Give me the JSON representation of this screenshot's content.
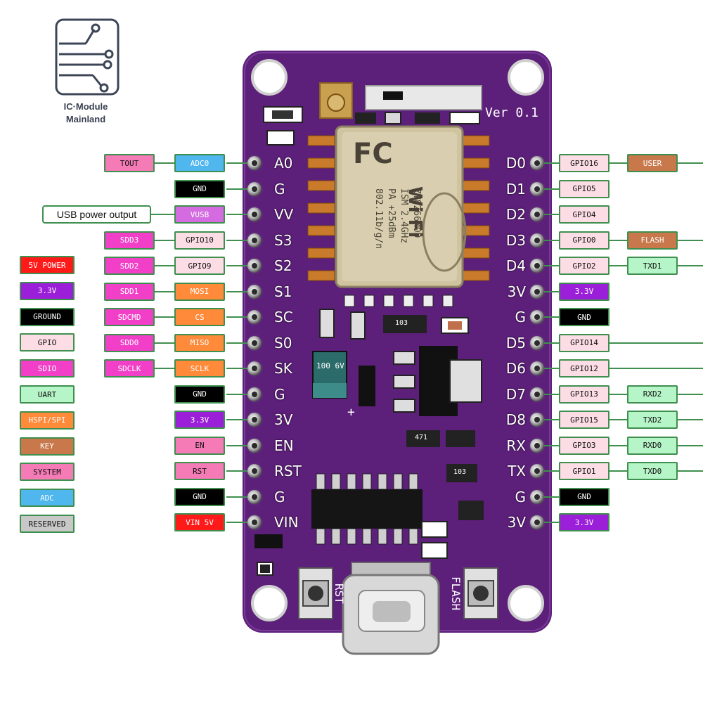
{
  "logo": {
    "line1": "IC·Module",
    "line2": "Mainland"
  },
  "board": {
    "version": "Ver 0.1",
    "module_brand": "FC",
    "wifi_logo": "Wi Fi",
    "module_model": "ZY8266MOD",
    "module_spec1": "ISM 2.4GHz",
    "module_spec2": "PA +25dBm",
    "module_spec3": "802.11b/g/n",
    "cap_value": "100 6V",
    "cap_polarity": "+",
    "resistor_103a": "103",
    "resistor_103b": "103",
    "resistor_471": "471",
    "rst_button": "RST",
    "flash_button": "FLASH"
  },
  "left_pins": [
    {
      "label": "A0",
      "tags": [
        {
          "text": "TOUT",
          "kind": "system"
        },
        {
          "text": "ADC0",
          "kind": "adc"
        }
      ]
    },
    {
      "label": "G",
      "tags": [
        {
          "text": "GND",
          "kind": "ground"
        }
      ]
    },
    {
      "label": "VV",
      "tags": [
        {
          "text": "USB power output",
          "kind": "note"
        },
        {
          "text": "VUSB",
          "kind": "vusb"
        }
      ]
    },
    {
      "label": "S3",
      "tags": [
        {
          "text": "SDD3",
          "kind": "sdio"
        },
        {
          "text": "GPIO10",
          "kind": "gpio"
        }
      ]
    },
    {
      "label": "S2",
      "tags": [
        {
          "text": "SDD2",
          "kind": "sdio"
        },
        {
          "text": "GPIO9",
          "kind": "gpio"
        }
      ]
    },
    {
      "label": "S1",
      "tags": [
        {
          "text": "SDD1",
          "kind": "sdio"
        },
        {
          "text": "MOSI",
          "kind": "hspi"
        }
      ]
    },
    {
      "label": "SC",
      "tags": [
        {
          "text": "SDCMD",
          "kind": "sdio"
        },
        {
          "text": "CS",
          "kind": "hspi"
        }
      ]
    },
    {
      "label": "S0",
      "tags": [
        {
          "text": "SDD0",
          "kind": "sdio"
        },
        {
          "text": "MISO",
          "kind": "hspi"
        }
      ]
    },
    {
      "label": "SK",
      "tags": [
        {
          "text": "SDCLK",
          "kind": "sdio"
        },
        {
          "text": "SCLK",
          "kind": "hspi"
        }
      ]
    },
    {
      "label": "G",
      "tags": [
        {
          "text": "GND",
          "kind": "ground"
        }
      ]
    },
    {
      "label": "3V",
      "tags": [
        {
          "text": "3.3V",
          "kind": "v33"
        }
      ]
    },
    {
      "label": "EN",
      "tags": [
        {
          "text": "EN",
          "kind": "system"
        }
      ]
    },
    {
      "label": "RST",
      "tags": [
        {
          "text": "RST",
          "kind": "system"
        }
      ]
    },
    {
      "label": "G",
      "tags": [
        {
          "text": "GND",
          "kind": "ground"
        }
      ]
    },
    {
      "label": "VIN",
      "tags": [
        {
          "text": "VIN 5V",
          "kind": "power5"
        }
      ]
    }
  ],
  "right_pins": [
    {
      "label": "D0",
      "tags": [
        {
          "text": "GPIO16",
          "kind": "gpio"
        },
        {
          "text": "USER",
          "kind": "key"
        }
      ]
    },
    {
      "label": "D1",
      "tags": [
        {
          "text": "GPIO5",
          "kind": "gpio"
        }
      ]
    },
    {
      "label": "D2",
      "tags": [
        {
          "text": "GPIO4",
          "kind": "gpio"
        }
      ]
    },
    {
      "label": "D3",
      "tags": [
        {
          "text": "GPIO0",
          "kind": "gpio"
        },
        {
          "text": "FLASH",
          "kind": "key"
        }
      ]
    },
    {
      "label": "D4",
      "tags": [
        {
          "text": "GPIO2",
          "kind": "gpio"
        },
        {
          "text": "TXD1",
          "kind": "uart"
        }
      ]
    },
    {
      "label": "3V",
      "tags": [
        {
          "text": "3.3V",
          "kind": "v33"
        }
      ]
    },
    {
      "label": "G",
      "tags": [
        {
          "text": "GND",
          "kind": "ground"
        }
      ]
    },
    {
      "label": "D5",
      "tags": [
        {
          "text": "GPIO14",
          "kind": "gpio"
        }
      ]
    },
    {
      "label": "D6",
      "tags": [
        {
          "text": "GPIO12",
          "kind": "gpio"
        }
      ]
    },
    {
      "label": "D7",
      "tags": [
        {
          "text": "GPIO13",
          "kind": "gpio"
        },
        {
          "text": "RXD2",
          "kind": "uart"
        }
      ]
    },
    {
      "label": "D8",
      "tags": [
        {
          "text": "GPIO15",
          "kind": "gpio"
        },
        {
          "text": "TXD2",
          "kind": "uart"
        }
      ]
    },
    {
      "label": "RX",
      "tags": [
        {
          "text": "GPIO3",
          "kind": "gpio"
        },
        {
          "text": "RXD0",
          "kind": "uart"
        }
      ]
    },
    {
      "label": "TX",
      "tags": [
        {
          "text": "GPIO1",
          "kind": "gpio"
        },
        {
          "text": "TXD0",
          "kind": "uart"
        }
      ]
    },
    {
      "label": "G",
      "tags": [
        {
          "text": "GND",
          "kind": "ground"
        }
      ]
    },
    {
      "label": "3V",
      "tags": [
        {
          "text": "3.3V",
          "kind": "v33"
        }
      ]
    }
  ],
  "legend": [
    {
      "text": "5V POWER",
      "kind": "power5"
    },
    {
      "text": "3.3V",
      "kind": "v33"
    },
    {
      "text": "GROUND",
      "kind": "ground"
    },
    {
      "text": "GPIO",
      "kind": "gpio"
    },
    {
      "text": "SDIO",
      "kind": "sdio"
    },
    {
      "text": "UART",
      "kind": "uart"
    },
    {
      "text": "HSPI/SPI",
      "kind": "hspi"
    },
    {
      "text": "KEY",
      "kind": "key"
    },
    {
      "text": "SYSTEM",
      "kind": "system"
    },
    {
      "text": "ADC",
      "kind": "adc"
    },
    {
      "text": "RESERVED",
      "kind": "reserved"
    }
  ],
  "colors": {
    "power5": "#ff1a1a",
    "v33": "#9b1ed8",
    "ground": "#000000",
    "gpio": "#fcdde6",
    "sdio": "#f23fc8",
    "uart": "#b6f5c8",
    "hspi": "#ff8a3a",
    "key": "#c8784a",
    "system": "#f57bb6",
    "adc": "#4fb6ee",
    "reserved": "#c8c8c8",
    "vusb": "#d46be0",
    "note": "#ffffff",
    "board": "#5c1f7a",
    "border": "#3f8f4e"
  }
}
